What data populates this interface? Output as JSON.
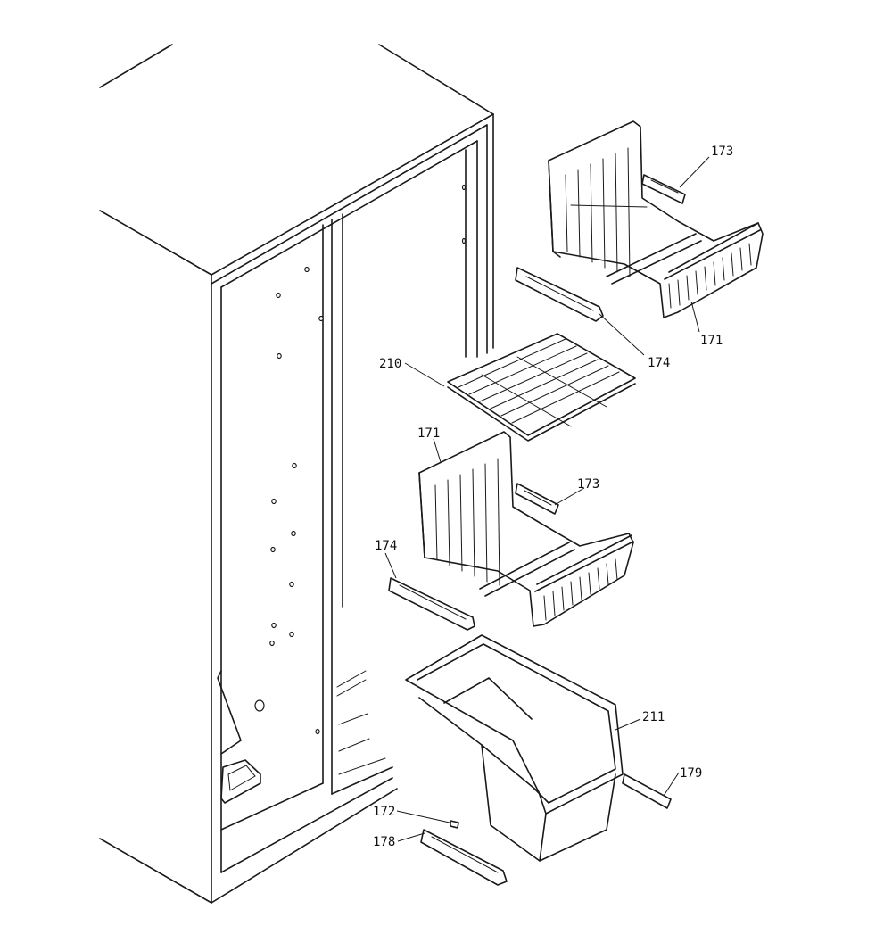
{
  "colors": {
    "line": "#1a1a1a",
    "background": "#ffffff"
  },
  "callouts": {
    "c173_top": "173",
    "c171_top": "171",
    "c174_top": "174",
    "c210": "210",
    "c171_mid": "171",
    "c173_mid": "173",
    "c174_mid": "174",
    "c211": "211",
    "c179": "179",
    "c172": "172",
    "c178": "178"
  }
}
